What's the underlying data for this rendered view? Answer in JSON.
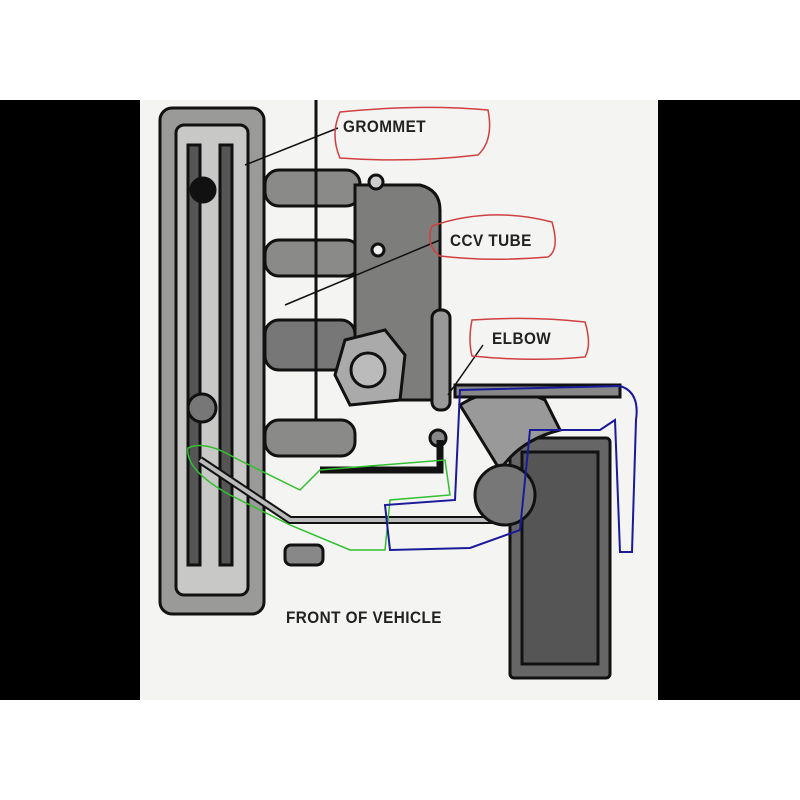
{
  "labels": {
    "grommet": "GROMMET",
    "ccv_tube": "CCV TUBE",
    "elbow": "ELBOW",
    "front": "FRONT OF VEHICLE"
  },
  "colors": {
    "callout_outline": "#d04040",
    "green_highlight": "#30c030",
    "blue_highlight": "#1a1a9a"
  }
}
